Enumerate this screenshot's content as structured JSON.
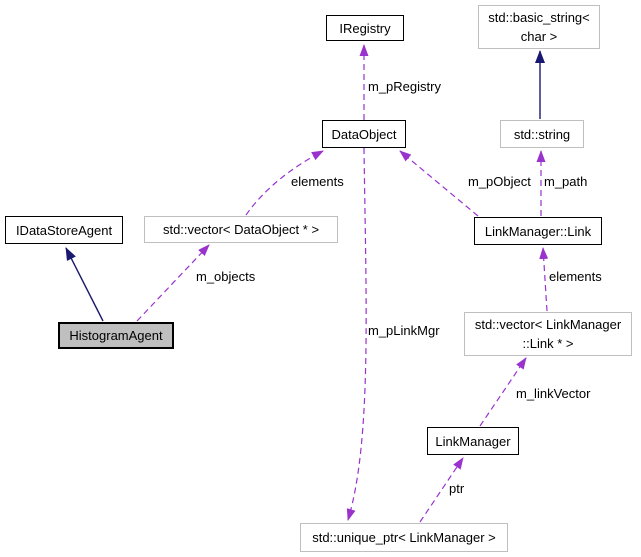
{
  "diagram": {
    "type": "collaboration-graph",
    "background": "#ffffff",
    "colors": {
      "usage_edge": "#9a32cd",
      "inheritance_edge": "#191970",
      "internal_node_border": "#000000",
      "external_node_border": "#bfbfbf",
      "focus_node_fill": "#bfbfbf",
      "node_fill": "#ffffff"
    },
    "nodes": {
      "iregistry": {
        "label": "IRegistry"
      },
      "basic_string": {
        "label": "std::basic_string<\nchar >"
      },
      "dataobject": {
        "label": "DataObject"
      },
      "std_string": {
        "label": "std::string"
      },
      "idatastoreagent": {
        "label": "IDataStoreAgent"
      },
      "vector_dataobject": {
        "label": "std::vector< DataObject * >"
      },
      "linkmanager_link": {
        "label": "LinkManager::Link"
      },
      "histogramagent": {
        "label": "HistogramAgent"
      },
      "vector_link": {
        "label": "std::vector< LinkManager\n::Link * >"
      },
      "linkmanager": {
        "label": "LinkManager"
      },
      "unique_ptr": {
        "label": "std::unique_ptr< LinkManager >"
      }
    },
    "edges": [
      {
        "from": "DataObject",
        "to": "IRegistry",
        "label": "m_pRegistry",
        "type": "usage"
      },
      {
        "from": "std::string",
        "to": "std::basic_string< char >",
        "label": "",
        "type": "inheritance"
      },
      {
        "from": "HistogramAgent",
        "to": "IDataStoreAgent",
        "label": "",
        "type": "inheritance"
      },
      {
        "from": "std::vector< DataObject * >",
        "to": "DataObject",
        "label": "elements",
        "type": "usage"
      },
      {
        "from": "HistogramAgent",
        "to": "std::vector< DataObject * >",
        "label": "m_objects",
        "type": "usage"
      },
      {
        "from": "LinkManager::Link",
        "to": "DataObject",
        "label": "m_pObject",
        "type": "usage"
      },
      {
        "from": "LinkManager::Link",
        "to": "std::string",
        "label": "m_path",
        "type": "usage"
      },
      {
        "from": "std::vector< LinkManager ::Link * >",
        "to": "LinkManager::Link",
        "label": "elements",
        "type": "usage"
      },
      {
        "from": "LinkManager",
        "to": "std::vector< LinkManager ::Link * >",
        "label": "m_linkVector",
        "type": "usage"
      },
      {
        "from": "std::unique_ptr< LinkManager >",
        "to": "LinkManager",
        "label": "ptr",
        "type": "usage"
      },
      {
        "from": "DataObject",
        "to": "std::unique_ptr< LinkManager >",
        "label": "m_pLinkMgr",
        "type": "usage"
      }
    ]
  }
}
